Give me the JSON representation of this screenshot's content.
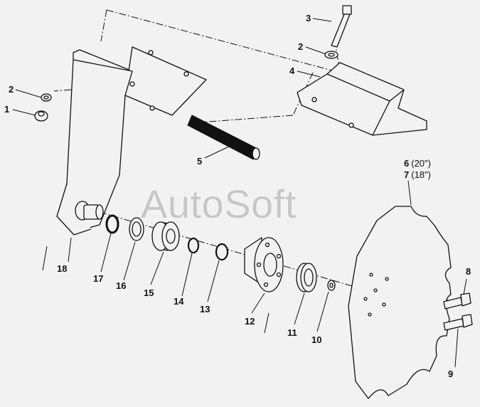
{
  "watermark": "AutoSoft",
  "callouts": {
    "c1": "1",
    "c2a": "2",
    "c2b": "2",
    "c3": "3",
    "c4": "4",
    "c5": "5",
    "c6": "6",
    "c6_size": "(20\")",
    "c7": "7",
    "c7_size": "(18\")",
    "c8": "8",
    "c9": "9",
    "c10": "10",
    "c11": "11",
    "c12": "12",
    "c13": "13",
    "c14": "14",
    "c15": "15",
    "c16": "16",
    "c17": "17",
    "c18": "18"
  },
  "colors": {
    "background": "#f2f2f2",
    "ink": "#111111",
    "watermark": "#c7c7c7"
  }
}
